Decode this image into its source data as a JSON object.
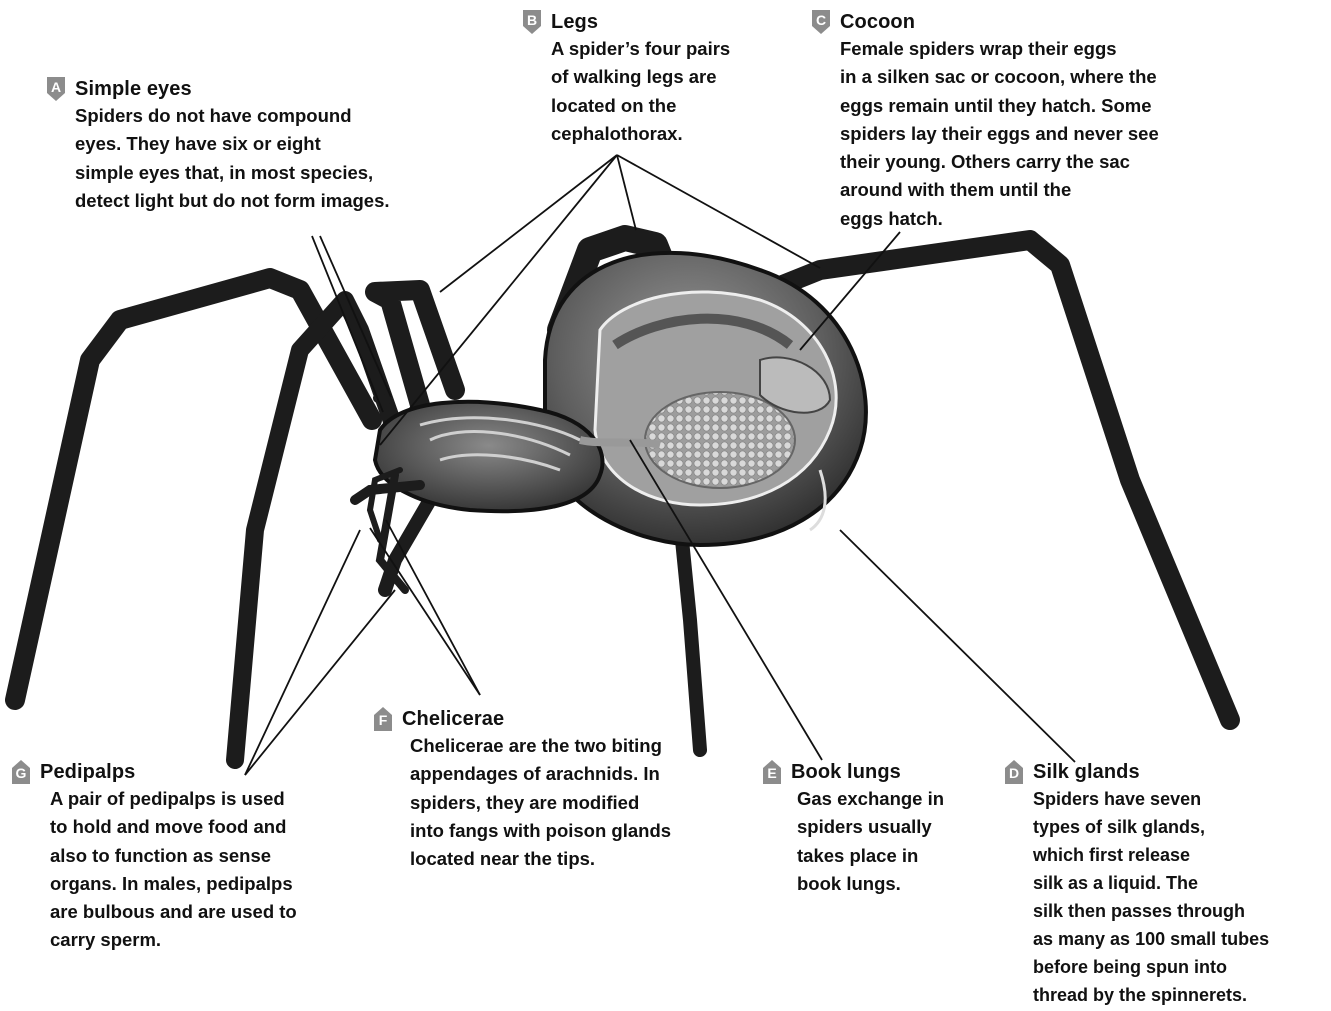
{
  "callouts": {
    "simple_eyes": {
      "letter": "A",
      "title": "Simple eyes",
      "body": "Spiders do not have compound\neyes. They have six or eight\nsimple eyes that, in most species,\ndetect light but do not form images."
    },
    "legs": {
      "letter": "B",
      "title": "Legs",
      "body": "A spider’s four pairs\nof walking legs are\nlocated on the\ncephalothorax."
    },
    "cocoon": {
      "letter": "C",
      "title": "Cocoon",
      "body": "Female spiders wrap their eggs\nin a silken sac or cocoon, where the\neggs remain until they hatch. Some\nspiders lay their eggs and never see\ntheir young. Others carry the sac\naround with them until the\neggs hatch."
    },
    "silk_glands": {
      "letter": "D",
      "title": "Silk glands",
      "body": "Spiders have seven\ntypes of silk glands,\nwhich first release\nsilk as a liquid. The\nsilk then passes through\nas many as 100 small tubes\nbefore being spun into\nthread by the spinnerets."
    },
    "book_lungs": {
      "letter": "E",
      "title": "Book lungs",
      "body": "Gas exchange in\nspiders usually\ntakes place in\nbook lungs."
    },
    "chelicerae": {
      "letter": "F",
      "title": "Chelicerae",
      "body": "Chelicerae are the two biting\nappendages of arachnids. In\nspiders, they are modified\ninto fangs with poison glands\nlocated near the tips."
    },
    "pedipalps": {
      "letter": "G",
      "title": "Pedipalps",
      "body": "A pair of pedipalps is used\nto hold and move food and\nalso to function as sense\norgans. In males, pedipalps\nare bulbous and are used to\ncarry sperm."
    }
  },
  "colors": {
    "badge": "#8c8c8c",
    "leader": "#111111",
    "spider_dark": "#1c1c1c",
    "organ_mid": "#7a7a7a",
    "organ_light": "#b8b8b8"
  }
}
